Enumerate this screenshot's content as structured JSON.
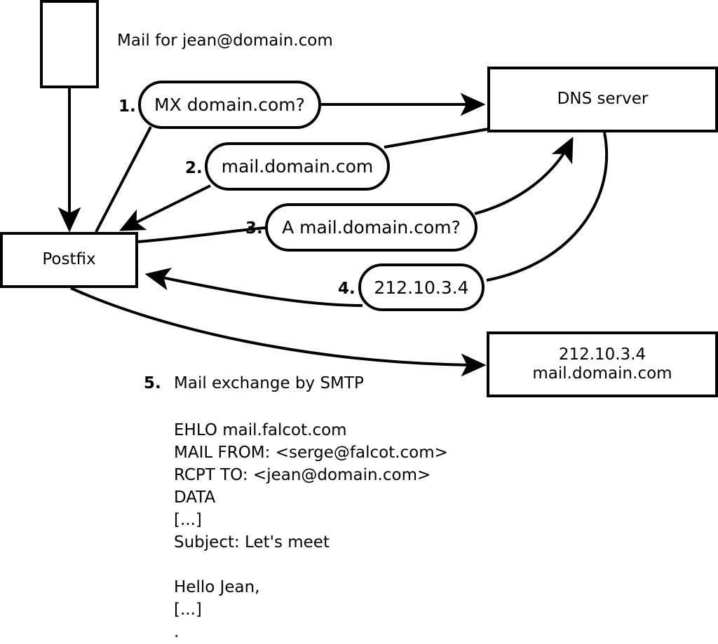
{
  "diagram": {
    "title_label": "Mail for jean@domain.com",
    "nodes": {
      "sender_box": {
        "label": ""
      },
      "postfix": {
        "label": "Postfix"
      },
      "dns_server": {
        "label": "DNS server"
      },
      "mail_server": {
        "line1": "212.10.3.4",
        "line2": "mail.domain.com"
      }
    },
    "steps": [
      {
        "num": "1.",
        "text": "MX domain.com?"
      },
      {
        "num": "2.",
        "text": "mail.domain.com"
      },
      {
        "num": "3.",
        "text": "A mail.domain.com?"
      },
      {
        "num": "4.",
        "text": "212.10.3.4"
      },
      {
        "num": "5.",
        "text": "Mail exchange by SMTP"
      }
    ],
    "smtp_transcript": [
      "EHLO mail.falcot.com",
      "MAIL FROM: <serge@falcot.com>",
      "RCPT TO: <jean@domain.com>",
      "DATA",
      "[...]",
      "Subject: Let's meet",
      "",
      "Hello Jean,",
      "[...]",
      "."
    ],
    "colors": {
      "stroke": "#000000",
      "background": "#ffffff"
    }
  }
}
